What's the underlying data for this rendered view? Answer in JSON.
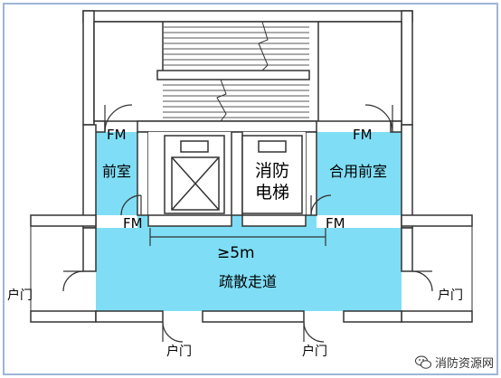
{
  "labels": {
    "fm_top_left": "FM",
    "fm_top_right": "FM",
    "fm_bottom_left": "FM",
    "fm_bottom_right": "FM",
    "front_room": "前室",
    "shared_front_room": "合用前室",
    "fire_elevator_line1": "消防",
    "fire_elevator_line2": "电梯",
    "distance": "≥5m",
    "corridor": "疏散走道",
    "door_left": "户门",
    "door_right": "户门",
    "door_bottom_left": "户门",
    "door_bottom_right": "户门"
  },
  "watermark": {
    "icon": "wechat-icon",
    "text": "消防资源网"
  },
  "colors": {
    "fill": "#7fdef5",
    "wall": "#333333",
    "background": "#ffffff",
    "outer_border": "#9fb6d6"
  }
}
